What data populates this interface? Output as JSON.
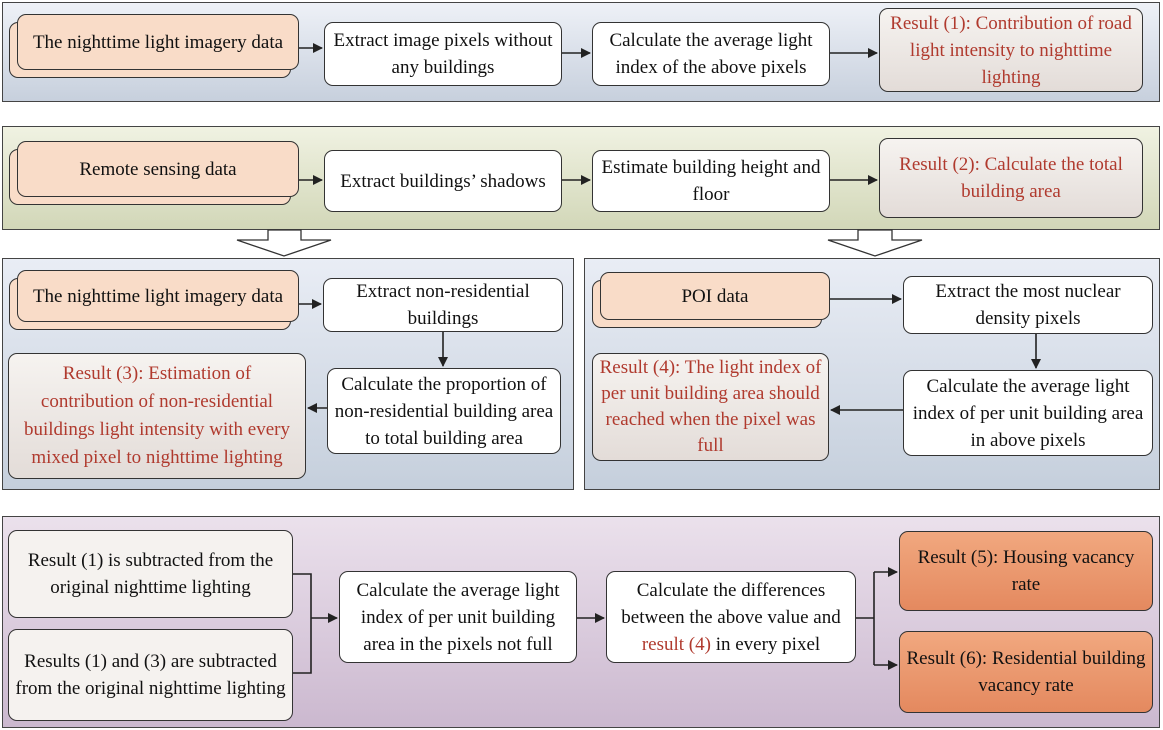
{
  "row1": {
    "b1": "The nighttime light imagery data",
    "b2": "Extract image pixels without any buildings",
    "b3": "Calculate the average light index of the above pixels",
    "b4": "Result (1): Contribution of road light intensity to nighttime lighting"
  },
  "row2": {
    "b1": "Remote sensing data",
    "b2": "Extract buildings’ shadows",
    "b3": "Estimate building height and floor",
    "b4": "Result (2): Calculate the total building area"
  },
  "left_panel": {
    "b1": "The nighttime light imagery data",
    "b2": "Extract non-residential buildings",
    "b3": "Calculate the proportion of non-residential building area to total building area",
    "b4": "Result (3): Estimation of contribution of non-residential buildings light intensity with every mixed pixel to nighttime lighting"
  },
  "right_panel": {
    "b1": "POI data",
    "b2": "Extract the most nuclear density pixels",
    "b3": "Calculate the average light index of per unit building area in above pixels",
    "b4": "Result (4): The light index of per unit building area should reached when the pixel was full"
  },
  "bottom": {
    "b1": "Result (1) is subtracted from the original nighttime lighting",
    "b2": "Results (1) and (3) are subtracted from the original nighttime lighting",
    "b3": "Calculate the average light index of per unit building area in the pixels not full",
    "b4_prefix": "Calculate the differences between the above value and",
    "b4_highlight": "result (4)",
    "b4_suffix": "in every pixel",
    "b5": "Result (5): Housing vacancy rate",
    "b6": "Result (6): Residential building vacancy rate"
  },
  "colors": {
    "result_text": "#b03a2e",
    "data_box": "#f9dcc8",
    "final_result_box": "#e4895f"
  }
}
